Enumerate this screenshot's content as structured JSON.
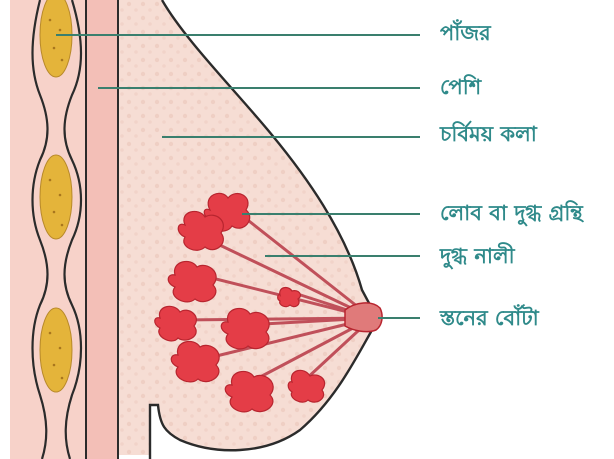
{
  "colors": {
    "label": "#2f8a8a",
    "pointer": "#3a7f6e",
    "gland": "#e43d47",
    "gland_dark": "#b8252f",
    "duct": "#c0505a",
    "fat": "#f6ddd4",
    "muscle": "#f3bfb7",
    "rib": "#e4b43a",
    "outline": "#2b2b2b"
  },
  "labels": [
    {
      "id": "rib",
      "text": "পাঁজর"
    },
    {
      "id": "muscle",
      "text": "পেশি"
    },
    {
      "id": "fatty-tissue",
      "text": "চর্বিময় কলা"
    },
    {
      "id": "lobe-milk-gland",
      "text": "লোব বা দুগ্ধ গ্রন্থি"
    },
    {
      "id": "milk-duct",
      "text": "দুগ্ধ নালী"
    },
    {
      "id": "nipple",
      "text": "স্তনের বোঁটা"
    }
  ]
}
